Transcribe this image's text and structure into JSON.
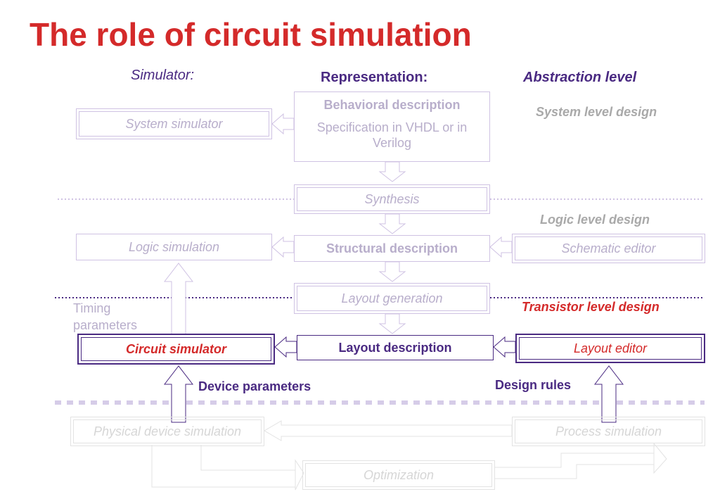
{
  "title": "The role of circuit simulation",
  "headers": {
    "simulator": "Simulator:",
    "representation": "Representation:",
    "abstraction": "Abstraction level"
  },
  "levels": {
    "system": "System level design",
    "logic": "Logic level design",
    "transistor": "Transistor level design"
  },
  "boxes": {
    "behavioral_title": "Behavioral description",
    "behavioral_body": "Specification in VHDL or  in Verilog",
    "system_simulator": "System simulator",
    "synthesis": "Synthesis",
    "logic_simulation": "Logic simulation",
    "structural": "Structural description",
    "schematic_editor": "Schematic editor",
    "layout_generation": "Layout generation",
    "circuit_simulator": "Circuit simulator",
    "layout_description": "Layout description",
    "layout_editor": "Layout editor",
    "physical_device": "Physical device simulation",
    "process_simulation": "Process simulation",
    "optimization": "Optimization"
  },
  "labels": {
    "timing": "Timing",
    "parameters": "parameters",
    "device_parameters": "Device parameters",
    "design_rules": "Design rules"
  },
  "colors": {
    "title_red": "#d42a2a",
    "purple": "#4a2a82",
    "faint_purple": "#cfc2e3",
    "grey": "#e3e3e3"
  }
}
